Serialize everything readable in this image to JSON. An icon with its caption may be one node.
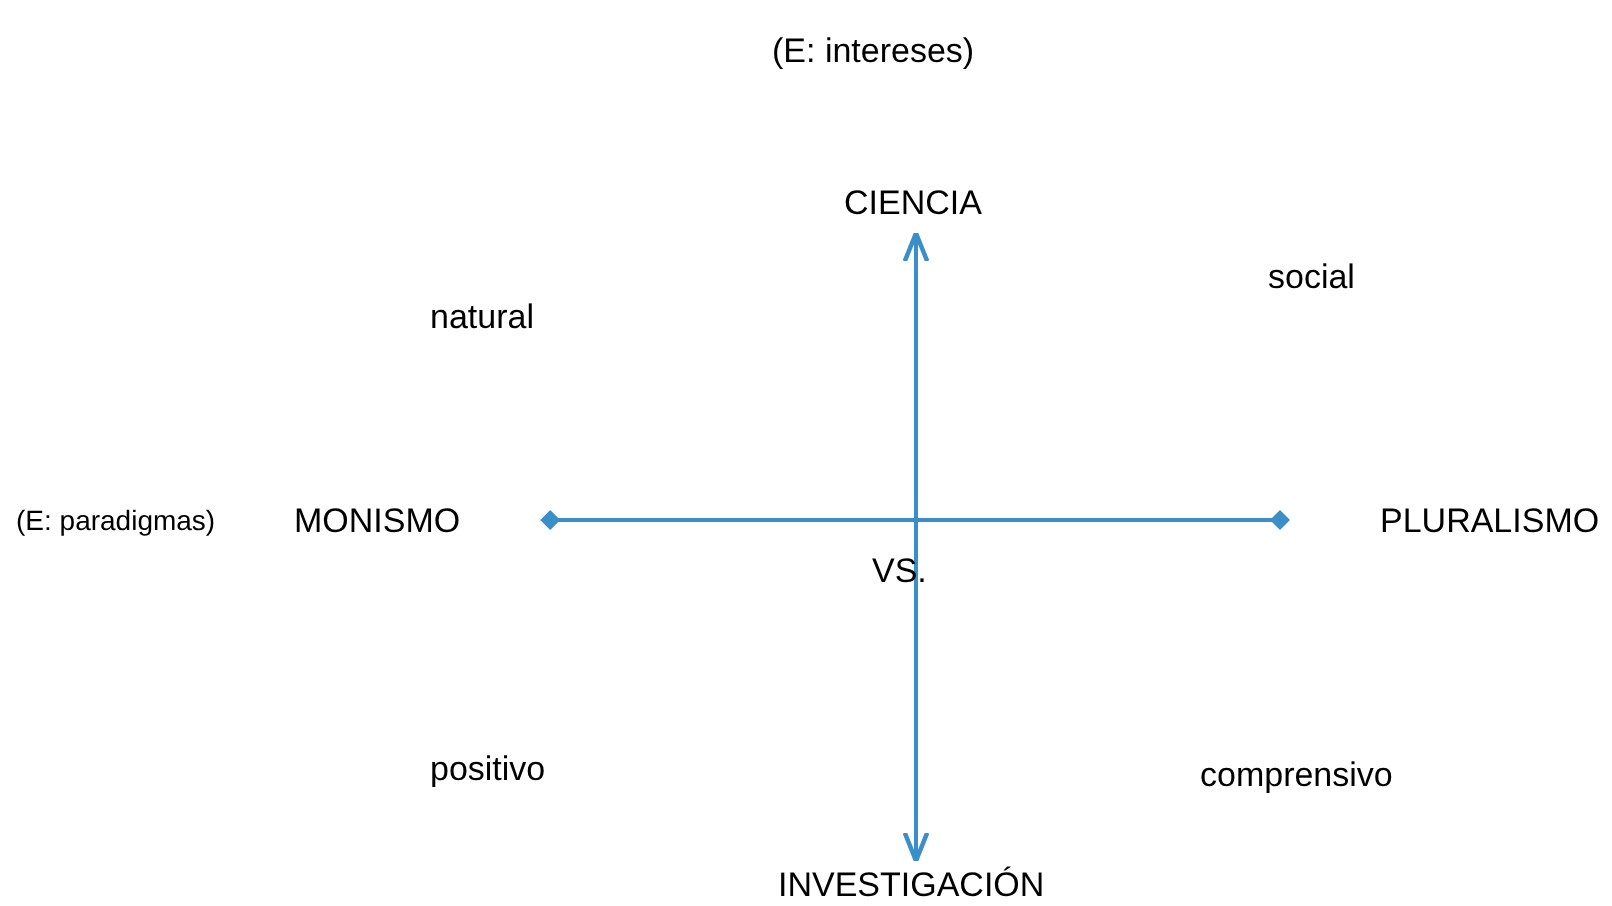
{
  "diagram": {
    "nodes": [
      {
        "text": [
          "CIENCIA"
        ]
      },
      {
        "text": [
          "INVESTIGACIÓN"
        ]
      },
      {
        "text": [
          "MONISMO"
        ]
      },
      {
        "text": [
          "PLURALISMO"
        ]
      }
    ],
    "edges": [
      {
        "from": 0,
        "to": 1,
        "arrow": "both"
      },
      {
        "from": 2,
        "to": 3,
        "arrow": "other"
      }
    ],
    "labels": [
      "(E: intereses)",
      "natural",
      "social",
      "(E: paradigmas)",
      "VS.",
      "positivo",
      "comprensivo"
    ]
  }
}
